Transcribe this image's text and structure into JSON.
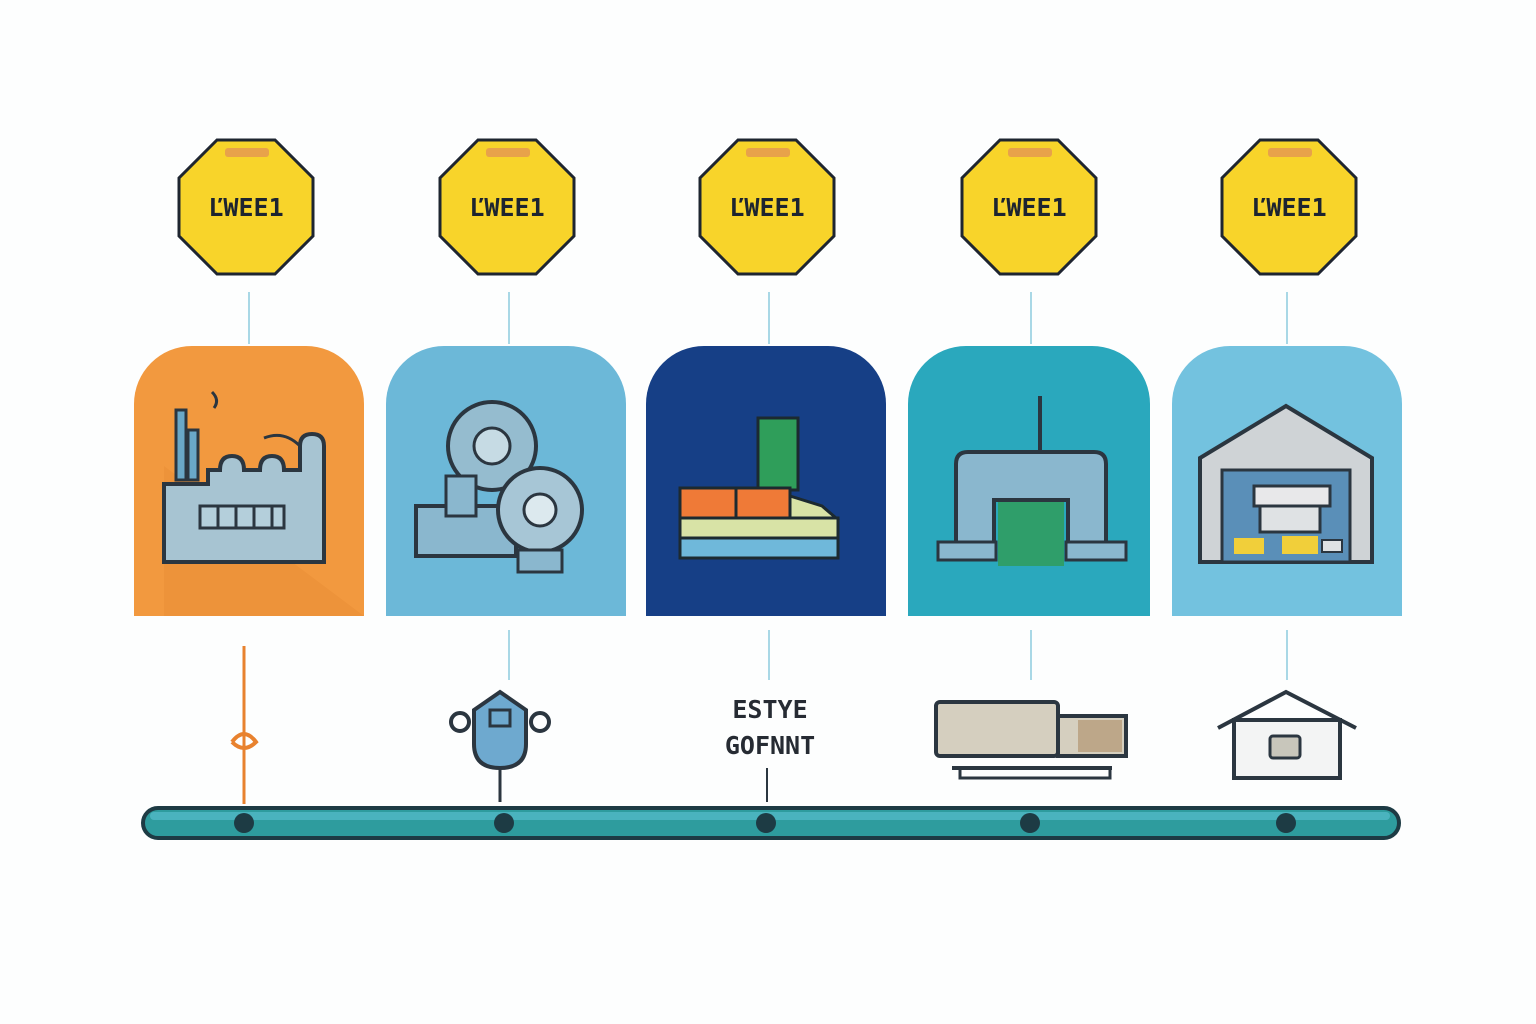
{
  "signs": [
    {
      "label": "ĽWEE1"
    },
    {
      "label": "ĽWEE1"
    },
    {
      "label": "ĽWEE1"
    },
    {
      "label": "ĽWEE1"
    },
    {
      "label": "ĽWEE1"
    }
  ],
  "stages": [
    {
      "name": "factory",
      "color": "#f2993f",
      "icon": "factory-icon"
    },
    {
      "name": "machinery",
      "color": "#6cb8d8",
      "icon": "gears-icon"
    },
    {
      "name": "shipping",
      "color": "#163f86",
      "icon": "cargo-icon"
    },
    {
      "name": "processing",
      "color": "#2aa8bd",
      "icon": "hangar-icon"
    },
    {
      "name": "warehouse",
      "color": "#73c2df",
      "icon": "warehouse-icon"
    }
  ],
  "timeline": {
    "middle_label_line1": "ESTYE",
    "middle_label_line2": "GOFNNT"
  },
  "colors": {
    "sign_fill": "#f8d42a",
    "sign_stroke": "#1e2530",
    "track": "#2e9c9e",
    "track_stroke": "#1d3b44"
  }
}
